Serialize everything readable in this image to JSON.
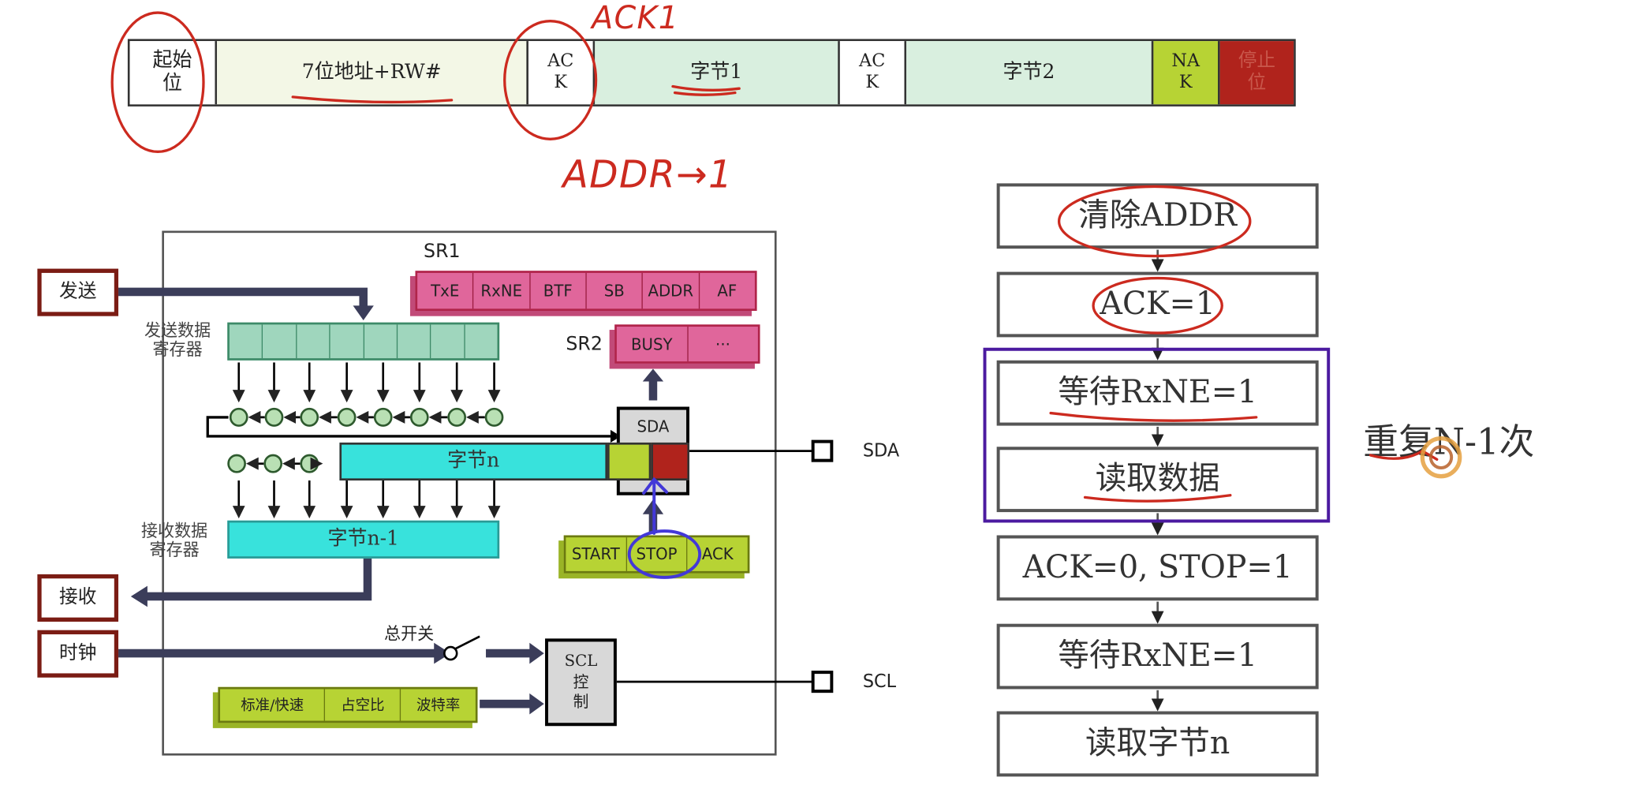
{
  "frame_bar": {
    "cells": [
      {
        "label": "起始\n位",
        "bg": "#ffffff"
      },
      {
        "label": "7位地址+RW#",
        "bg": "#f3f7e6"
      },
      {
        "label": "AC\nK",
        "bg": "#ffffff"
      },
      {
        "label": "字节1",
        "bg": "#d9efdf"
      },
      {
        "label": "AC\nK",
        "bg": "#ffffff"
      },
      {
        "label": "字节2",
        "bg": "#d9efdf"
      },
      {
        "label": "NA\nK",
        "bg": "#b7d334"
      },
      {
        "label": "停止\n位",
        "bg": "#b0231c"
      }
    ]
  },
  "annotations": {
    "ack1": "ACK1",
    "addr": "ADDR→1",
    "repeat": "重复N-1次"
  },
  "block": {
    "send_label": "发送",
    "recv_label": "接收",
    "clock_label": "时钟",
    "send_reg_label": "发送数据\n寄存器",
    "recv_reg_label": "接收数据\n寄存器",
    "sr1_label": "SR1",
    "sr1_flags": [
      "TxE",
      "RxNE",
      "BTF",
      "SB",
      "ADDR",
      "AF"
    ],
    "sr2_label": "SR2",
    "sr2_flags": [
      "BUSY",
      "···"
    ],
    "sda_ctrl": "SDA",
    "shift_label": "字节n",
    "recv_data_label": "字节n-1",
    "cr_flags": [
      "START",
      "STOP",
      "ACK"
    ],
    "switch_label": "总开关",
    "clk_cfg": [
      "标准/快速",
      "占空比",
      "波特率"
    ],
    "scl_ctrl": "SCL\n控\n制",
    "sda_pin": "SDA",
    "scl_pin": "SCL"
  },
  "flowchart": {
    "steps": [
      "清除ADDR",
      "ACK=1",
      "等待RxNE=1",
      "读取数据",
      "ACK=0, STOP=1",
      "等待RxNE=1",
      "读取字节n"
    ]
  },
  "colors": {
    "dark_red": "#7b1c14",
    "pink_register": "#e0669b",
    "cyan_data": "#38e2dc",
    "green_data": "#9fd6bd",
    "yellow_green": "#b7d334",
    "annotation_red": "#cc2a1f",
    "annotation_blue": "#4338d8",
    "purple_loop": "#4b1aa0"
  }
}
